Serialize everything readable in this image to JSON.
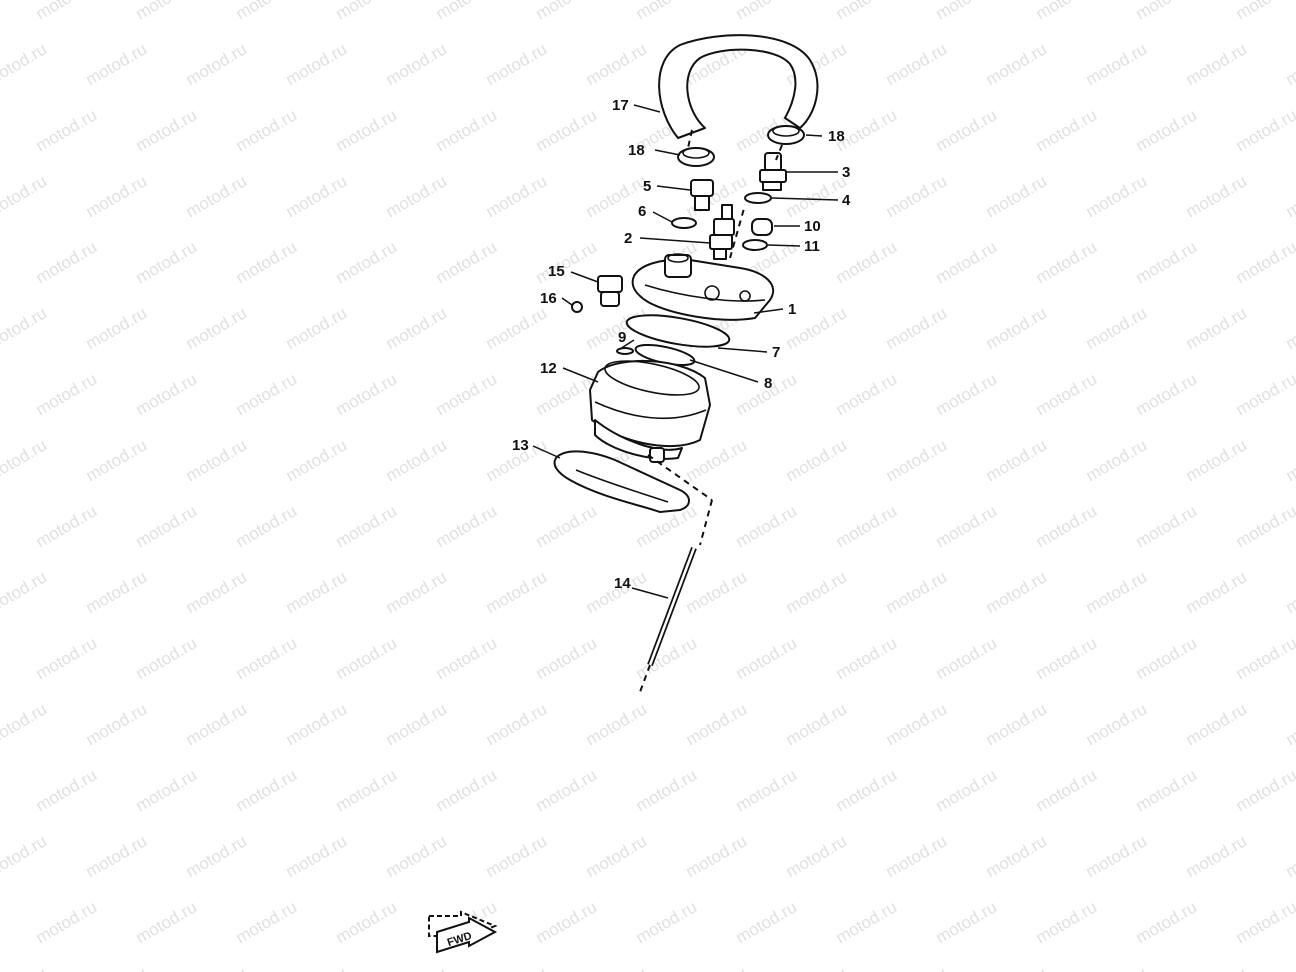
{
  "watermark": "motod.ru",
  "callouts": {
    "c17": "17",
    "c18a": "18",
    "c18b": "18",
    "c3": "3",
    "c4": "4",
    "c5": "5",
    "c6": "6",
    "c2": "2",
    "c10": "10",
    "c11": "11",
    "c15": "15",
    "c16": "16",
    "c1": "1",
    "c9": "9",
    "c7": "7",
    "c12": "12",
    "c8": "8",
    "c13": "13",
    "c14": "14"
  },
  "fwd_badge": "FWD",
  "icons": {
    "fwd": "forward-arrow-icon"
  }
}
